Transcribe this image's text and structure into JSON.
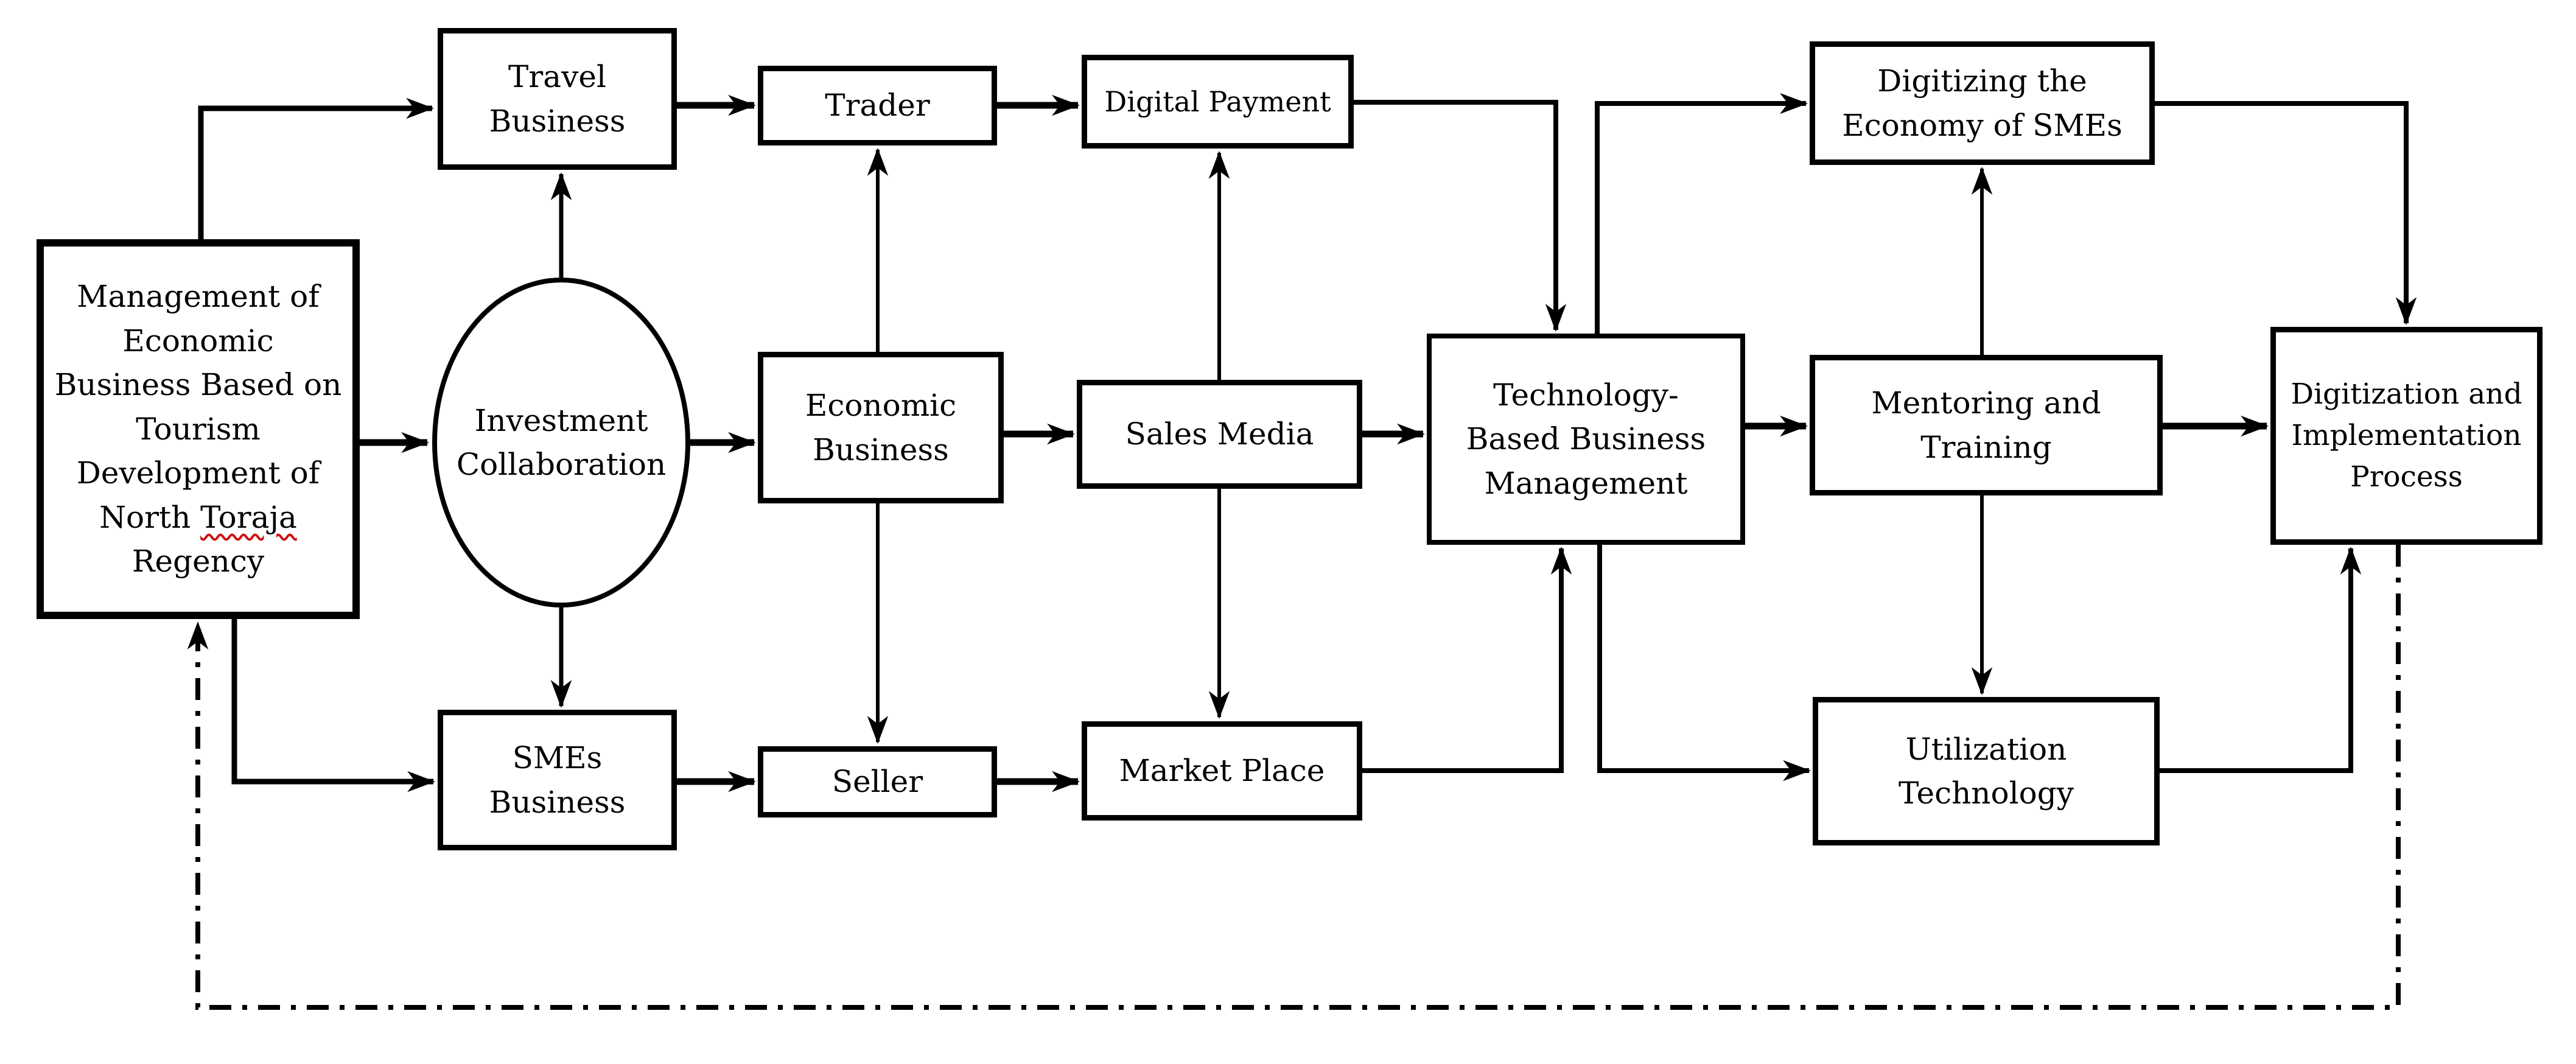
{
  "diagram": {
    "background_color": "#ffffff",
    "line_color": "#000000",
    "text_color": "#000000",
    "spellcheck_underline_color": "#cc1111",
    "nodes": {
      "management": {
        "text_before": "Management of\nEconomic\nBusiness Based on\nTourism\nDevelopment of\nNorth ",
        "misspelled_word": "Toraja",
        "text_after": "\nRegency",
        "shape": "rectangle"
      },
      "investment_collaboration": {
        "label": "Investment\nCollaboration",
        "shape": "ellipse"
      },
      "travel_business": {
        "label": "Travel\nBusiness",
        "shape": "rectangle"
      },
      "trader": {
        "label": "Trader",
        "shape": "rectangle"
      },
      "digital_payment": {
        "label": "Digital Payment",
        "shape": "rectangle"
      },
      "economic_business": {
        "label": "Economic\nBusiness",
        "shape": "rectangle"
      },
      "sales_media": {
        "label": "Sales Media",
        "shape": "rectangle"
      },
      "technology_based": {
        "label": "Technology-\nBased Business\nManagement",
        "shape": "rectangle"
      },
      "digitizing_economy": {
        "label": "Digitizing the\nEconomy of SMEs",
        "shape": "rectangle"
      },
      "mentoring_training": {
        "label": "Mentoring and\nTraining",
        "shape": "rectangle"
      },
      "digitization_process": {
        "label": "Digitization and\nImplementation\nProcess",
        "shape": "rectangle"
      },
      "smes_business": {
        "label": "SMEs\nBusiness",
        "shape": "rectangle"
      },
      "seller": {
        "label": "Seller",
        "shape": "rectangle"
      },
      "market_place": {
        "label": "Market Place",
        "shape": "rectangle"
      },
      "utilization_technology": {
        "label": "Utilization\nTechnology",
        "shape": "rectangle"
      }
    },
    "edges": [
      {
        "from": "management",
        "to": "travel_business",
        "style": "solid-arrow"
      },
      {
        "from": "management",
        "to": "investment_collaboration",
        "style": "solid-arrow"
      },
      {
        "from": "management",
        "to": "smes_business",
        "style": "solid-arrow"
      },
      {
        "from": "investment_collaboration",
        "to": "travel_business",
        "style": "solid-arrow"
      },
      {
        "from": "investment_collaboration",
        "to": "economic_business",
        "style": "solid-arrow"
      },
      {
        "from": "investment_collaboration",
        "to": "smes_business",
        "style": "solid-arrow"
      },
      {
        "from": "travel_business",
        "to": "trader",
        "style": "solid-arrow"
      },
      {
        "from": "trader",
        "to": "digital_payment",
        "style": "solid-arrow"
      },
      {
        "from": "economic_business",
        "to": "trader",
        "style": "solid-arrow"
      },
      {
        "from": "economic_business",
        "to": "sales_media",
        "style": "solid-arrow"
      },
      {
        "from": "economic_business",
        "to": "seller",
        "style": "solid-arrow"
      },
      {
        "from": "sales_media",
        "to": "digital_payment",
        "style": "solid-arrow"
      },
      {
        "from": "sales_media",
        "to": "market_place",
        "style": "solid-arrow"
      },
      {
        "from": "sales_media",
        "to": "technology_based",
        "style": "solid-arrow"
      },
      {
        "from": "digital_payment",
        "to": "technology_based",
        "style": "solid-arrow"
      },
      {
        "from": "market_place",
        "to": "technology_based",
        "style": "solid-arrow"
      },
      {
        "from": "smes_business",
        "to": "seller",
        "style": "solid-arrow"
      },
      {
        "from": "seller",
        "to": "market_place",
        "style": "solid-arrow"
      },
      {
        "from": "technology_based",
        "to": "digitizing_economy",
        "style": "solid-arrow"
      },
      {
        "from": "technology_based",
        "to": "utilization_technology",
        "style": "solid-arrow"
      },
      {
        "from": "technology_based",
        "to": "mentoring_training",
        "style": "solid-arrow"
      },
      {
        "from": "mentoring_training",
        "to": "digitizing_economy",
        "style": "solid-arrow"
      },
      {
        "from": "mentoring_training",
        "to": "utilization_technology",
        "style": "solid-arrow"
      },
      {
        "from": "mentoring_training",
        "to": "digitization_process",
        "style": "solid-arrow"
      },
      {
        "from": "digitizing_economy",
        "to": "digitization_process",
        "style": "solid-arrow"
      },
      {
        "from": "utilization_technology",
        "to": "digitization_process",
        "style": "solid-arrow"
      },
      {
        "from": "digitization_process",
        "to": "management",
        "style": "dash-dot-arrow"
      }
    ]
  }
}
